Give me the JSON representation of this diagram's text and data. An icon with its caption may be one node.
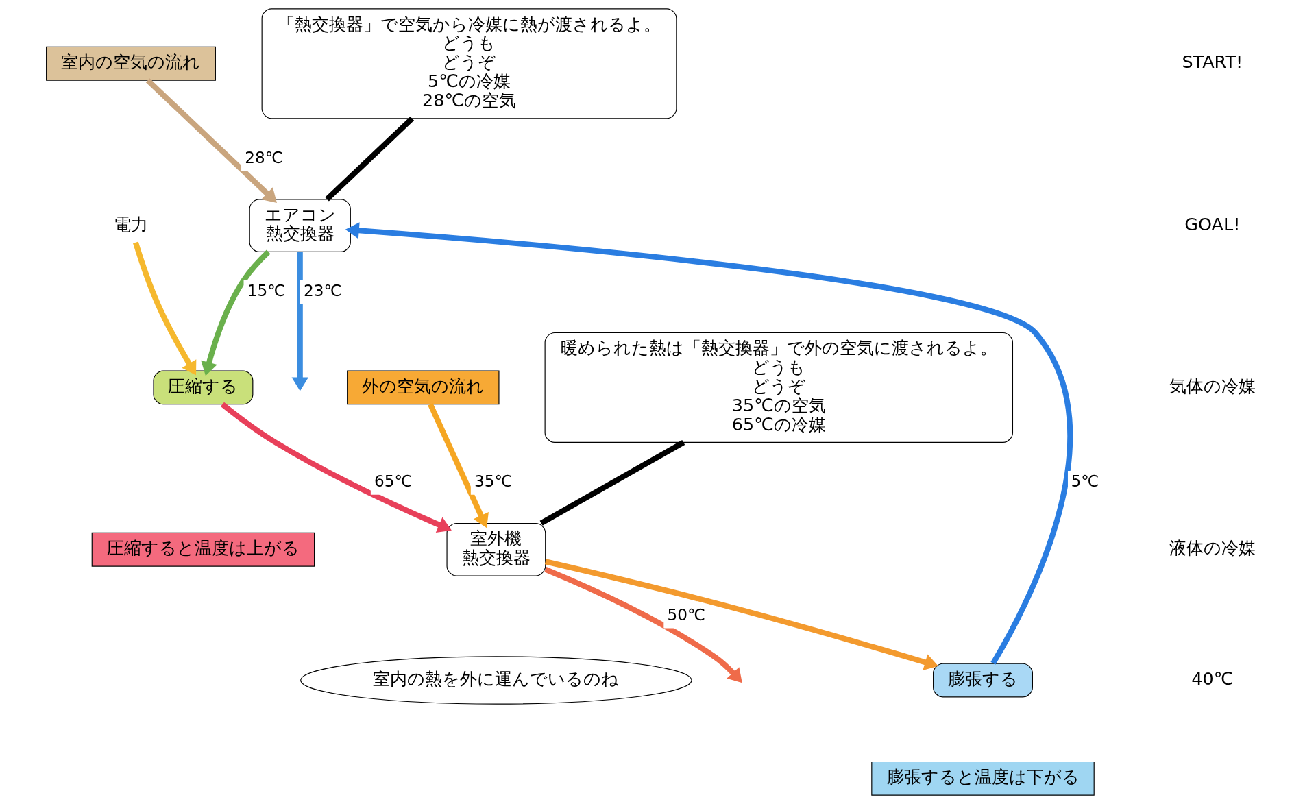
{
  "diagram": {
    "nodes": [
      {
        "text": [
          "エアコン",
          "熱交換器"
        ]
      },
      {
        "text": [
          "圧縮する"
        ]
      },
      {
        "text": [
          "室外機",
          "熱交換器"
        ]
      },
      {
        "text": [
          "膨張する"
        ]
      },
      {
        "text": [
          "室内の空気の流れ"
        ]
      },
      {
        "text": [
          "外の空気の流れ"
        ]
      },
      {
        "text": [
          "電力"
        ]
      },
      {
        "text": [
          "圧縮すると温度は上がる"
        ]
      },
      {
        "text": [
          "膨張すると温度は下がる"
        ]
      },
      {
        "text": [
          "「熱交換器」で空気から冷媒に熱が渡されるよ。",
          "どうも",
          "どうぞ",
          "5℃の冷媒",
          "28℃の空気"
        ]
      },
      {
        "text": [
          "暖められた熱は「熱交換器」で外の空気に渡されるよ。",
          "どうも",
          "どうぞ",
          "35℃の空気",
          "65℃の冷媒"
        ]
      },
      {
        "text": [
          "室内の熱を外に運んでいるのね"
        ]
      }
    ],
    "edges": [
      {
        "from": 0,
        "to": 1,
        "arrow": "to",
        "label": "15℃",
        "color": "#6ab04c"
      },
      {
        "from": 1,
        "to": 2,
        "arrow": "to",
        "label": "65℃",
        "color": "#e8405a"
      },
      {
        "from": 2,
        "to": 3,
        "arrow": "to",
        "color": "#f39a2e"
      },
      {
        "from": 3,
        "to": 0,
        "arrow": "to",
        "label": "5℃",
        "color": "#2a7de1"
      },
      {
        "from": 4,
        "to": 0,
        "arrow": "to",
        "label": "28℃",
        "color": "#c9a57e"
      },
      {
        "from": 0,
        "to": null,
        "arrow": "to",
        "label": "23℃",
        "color": "#3b8de0"
      },
      {
        "from": 5,
        "to": 2,
        "arrow": "to",
        "label": "35℃",
        "color": "#f5a623"
      },
      {
        "from": 2,
        "to": null,
        "arrow": "to",
        "label": "50℃",
        "color": "#ef6b4a"
      },
      {
        "from": 6,
        "to": 1,
        "arrow": "to",
        "color": "#f5b82e"
      },
      {
        "from": 9,
        "to": 0,
        "arrow": "none"
      },
      {
        "from": 10,
        "to": 2,
        "arrow": "none"
      }
    ],
    "labels": [
      "START!",
      "GOAL!",
      "気体の冷媒",
      "液体の冷媒",
      "40℃"
    ]
  }
}
